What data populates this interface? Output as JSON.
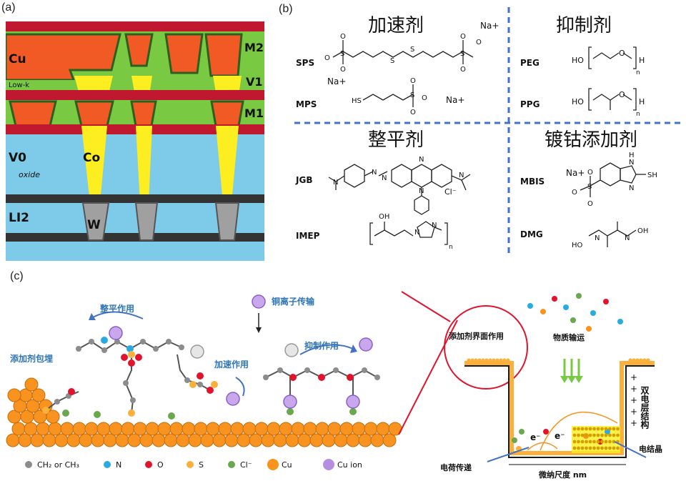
{
  "panel_a": {
    "label": "(a)",
    "layers": {
      "cu": "Cu",
      "lowk": "Low-k",
      "m2": "M2",
      "v1": "V1",
      "m1": "M1",
      "v0": "V0",
      "oxide": "oxide",
      "co": "Co",
      "li2": "LI2",
      "w": "W"
    },
    "colors": {
      "red": "#c0182f",
      "orange": "#f15a24",
      "green": "#7ac943",
      "yellow": "#fcee21",
      "blue": "#7dcbe8",
      "gray": "#a0a0a0",
      "dark": "#333333"
    }
  },
  "panel_b": {
    "label": "(b)",
    "q1": {
      "title": "加速剂",
      "items": [
        "SPS",
        "MPS"
      ],
      "ions": [
        "Na+",
        "Na+",
        "Na+"
      ]
    },
    "q2": {
      "title": "抑制剂",
      "items": [
        "PEG",
        "PPG"
      ]
    },
    "q3": {
      "title": "整平剂",
      "items": [
        "JGB",
        "IMEP"
      ],
      "ions": [
        "Cl⁻"
      ]
    },
    "q4": {
      "title": "镀钴添加剂",
      "items": [
        "MBIS",
        "DMG"
      ],
      "ions": [
        "Na+"
      ]
    },
    "atoms": {
      "o": "O",
      "s": "S",
      "n": "N",
      "ho": "HO",
      "h": "H",
      "oh": "OH",
      "hs": "HS",
      "sh": "SH",
      "n_sub": "n",
      "nh": "H"
    }
  },
  "panel_c": {
    "label": "(c)",
    "labels": {
      "leveling": "整平作用",
      "cu_transport": "铜离子传输",
      "burial": "添加剂包埋",
      "acceleration": "加速作用",
      "suppression": "抑制作用",
      "interface": "添加剂界面作用",
      "mass_transport": "物质输运",
      "double_layer": "双电层结构",
      "charge_transfer": "电荷传递",
      "crystallization": "电结晶",
      "scale": "微纳尺度  nm",
      "e": "e⁻"
    },
    "legend": [
      {
        "label": "CH₂ or CH₃",
        "color": "#8c8c8c"
      },
      {
        "label": "N",
        "color": "#29abe2"
      },
      {
        "label": "O",
        "color": "#e0142d"
      },
      {
        "label": "S",
        "color": "#fbb03b"
      },
      {
        "label": "Cl⁻",
        "color": "#6aa84f"
      },
      {
        "label": "Cu",
        "color": "#f7931e"
      },
      {
        "label": "Cu ion",
        "color": "#b58ee0"
      }
    ]
  }
}
